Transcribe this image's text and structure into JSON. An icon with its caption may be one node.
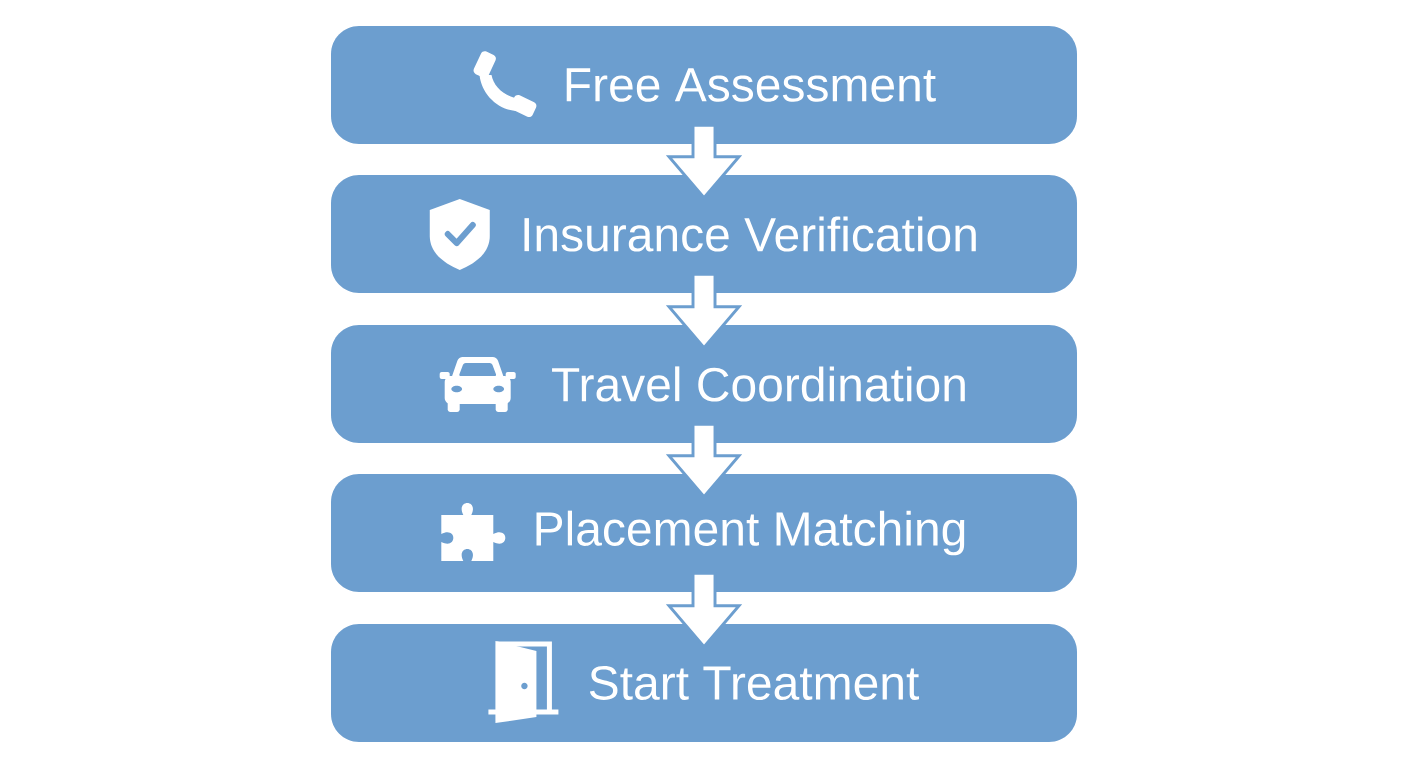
{
  "diagram": {
    "nodes": [
      {
        "text": [
          "Free Assessment"
        ]
      },
      {
        "text": [
          "Insurance Verification"
        ]
      },
      {
        "text": [
          "Travel Coordination"
        ]
      },
      {
        "text": [
          "Placement Matching"
        ]
      },
      {
        "text": [
          "Start Treatment"
        ]
      }
    ],
    "edges": [
      {
        "from": 0,
        "to": 1,
        "arrow": "to"
      },
      {
        "from": 1,
        "to": 2,
        "arrow": "to"
      },
      {
        "from": 2,
        "to": 3,
        "arrow": "to"
      },
      {
        "from": 3,
        "to": 4,
        "arrow": "to"
      }
    ]
  }
}
